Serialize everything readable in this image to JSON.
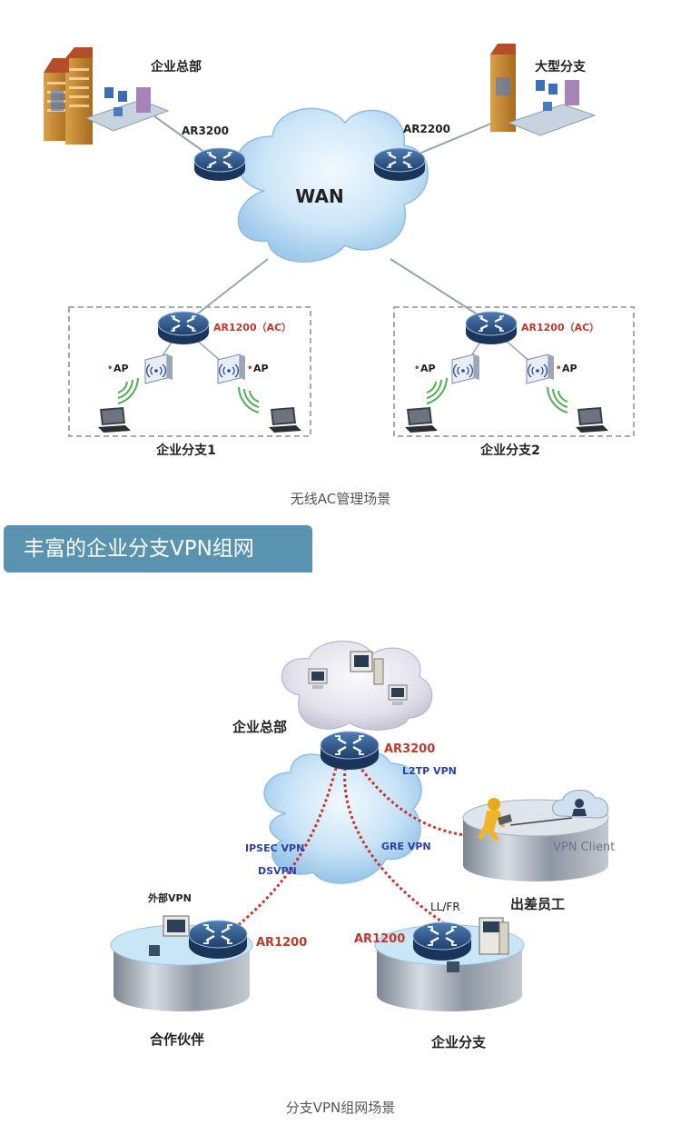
{
  "diagram1": {
    "hq_label": "企业总部",
    "branch_large_label": "大型分支",
    "hq_router": "AR3200",
    "branch_router": "AR2200",
    "wan_label": "WAN",
    "branch1": {
      "router": "AR1200（AC）",
      "ap_left": "AP",
      "ap_right": "AP",
      "label": "企业分支1"
    },
    "branch2": {
      "router": "AR1200（AC）",
      "ap_left": "AP",
      "ap_right": "AP",
      "label": "企业分支2"
    },
    "caption": "无线AC管理场景"
  },
  "section_banner": "丰富的企业分支VPN组网",
  "diagram2": {
    "hq_label": "企业总部",
    "hq_router": "AR3200",
    "l2tp": "L2TP VPN",
    "ipsec": "IPSEC VPN",
    "dsvpn": "DSVPN",
    "gre": "GRE VPN",
    "vpn_client": "VPN Client",
    "traveler_label": "出差员工",
    "partner_vpn": "外部VPN",
    "partner_router": "AR1200",
    "partner_label": "合作伙伴",
    "llfr": "LL/FR",
    "branch_router": "AR1200",
    "branch_label": "企业分支",
    "caption": "分支VPN组网场景"
  }
}
